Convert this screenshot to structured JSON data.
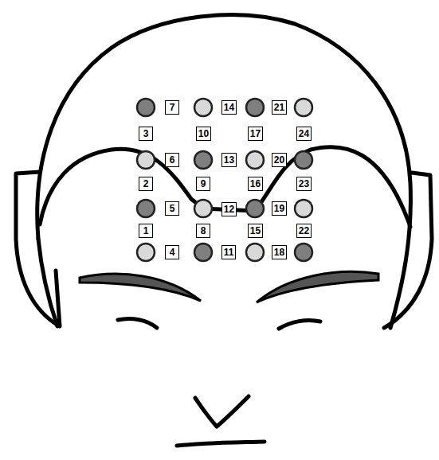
{
  "diagram": {
    "nodes": [
      {
        "text": [
          "7"
        ]
      },
      {
        "text": [
          "14"
        ]
      },
      {
        "text": [
          "21"
        ]
      },
      {
        "text": [
          "3"
        ]
      },
      {
        "text": [
          "10"
        ]
      },
      {
        "text": [
          "17"
        ]
      },
      {
        "text": [
          "24"
        ]
      },
      {
        "text": [
          "6"
        ]
      },
      {
        "text": [
          "13"
        ]
      },
      {
        "text": [
          "20"
        ]
      },
      {
        "text": [
          "2"
        ]
      },
      {
        "text": [
          "9"
        ]
      },
      {
        "text": [
          "16"
        ]
      },
      {
        "text": [
          "23"
        ]
      },
      {
        "text": [
          "5"
        ]
      },
      {
        "text": [
          "12"
        ]
      },
      {
        "text": [
          "19"
        ]
      },
      {
        "text": [
          "1"
        ]
      },
      {
        "text": [
          "8"
        ]
      },
      {
        "text": [
          "15"
        ]
      },
      {
        "text": [
          "22"
        ]
      },
      {
        "text": [
          "4"
        ]
      },
      {
        "text": [
          "11"
        ]
      },
      {
        "text": [
          "18"
        ]
      }
    ]
  }
}
